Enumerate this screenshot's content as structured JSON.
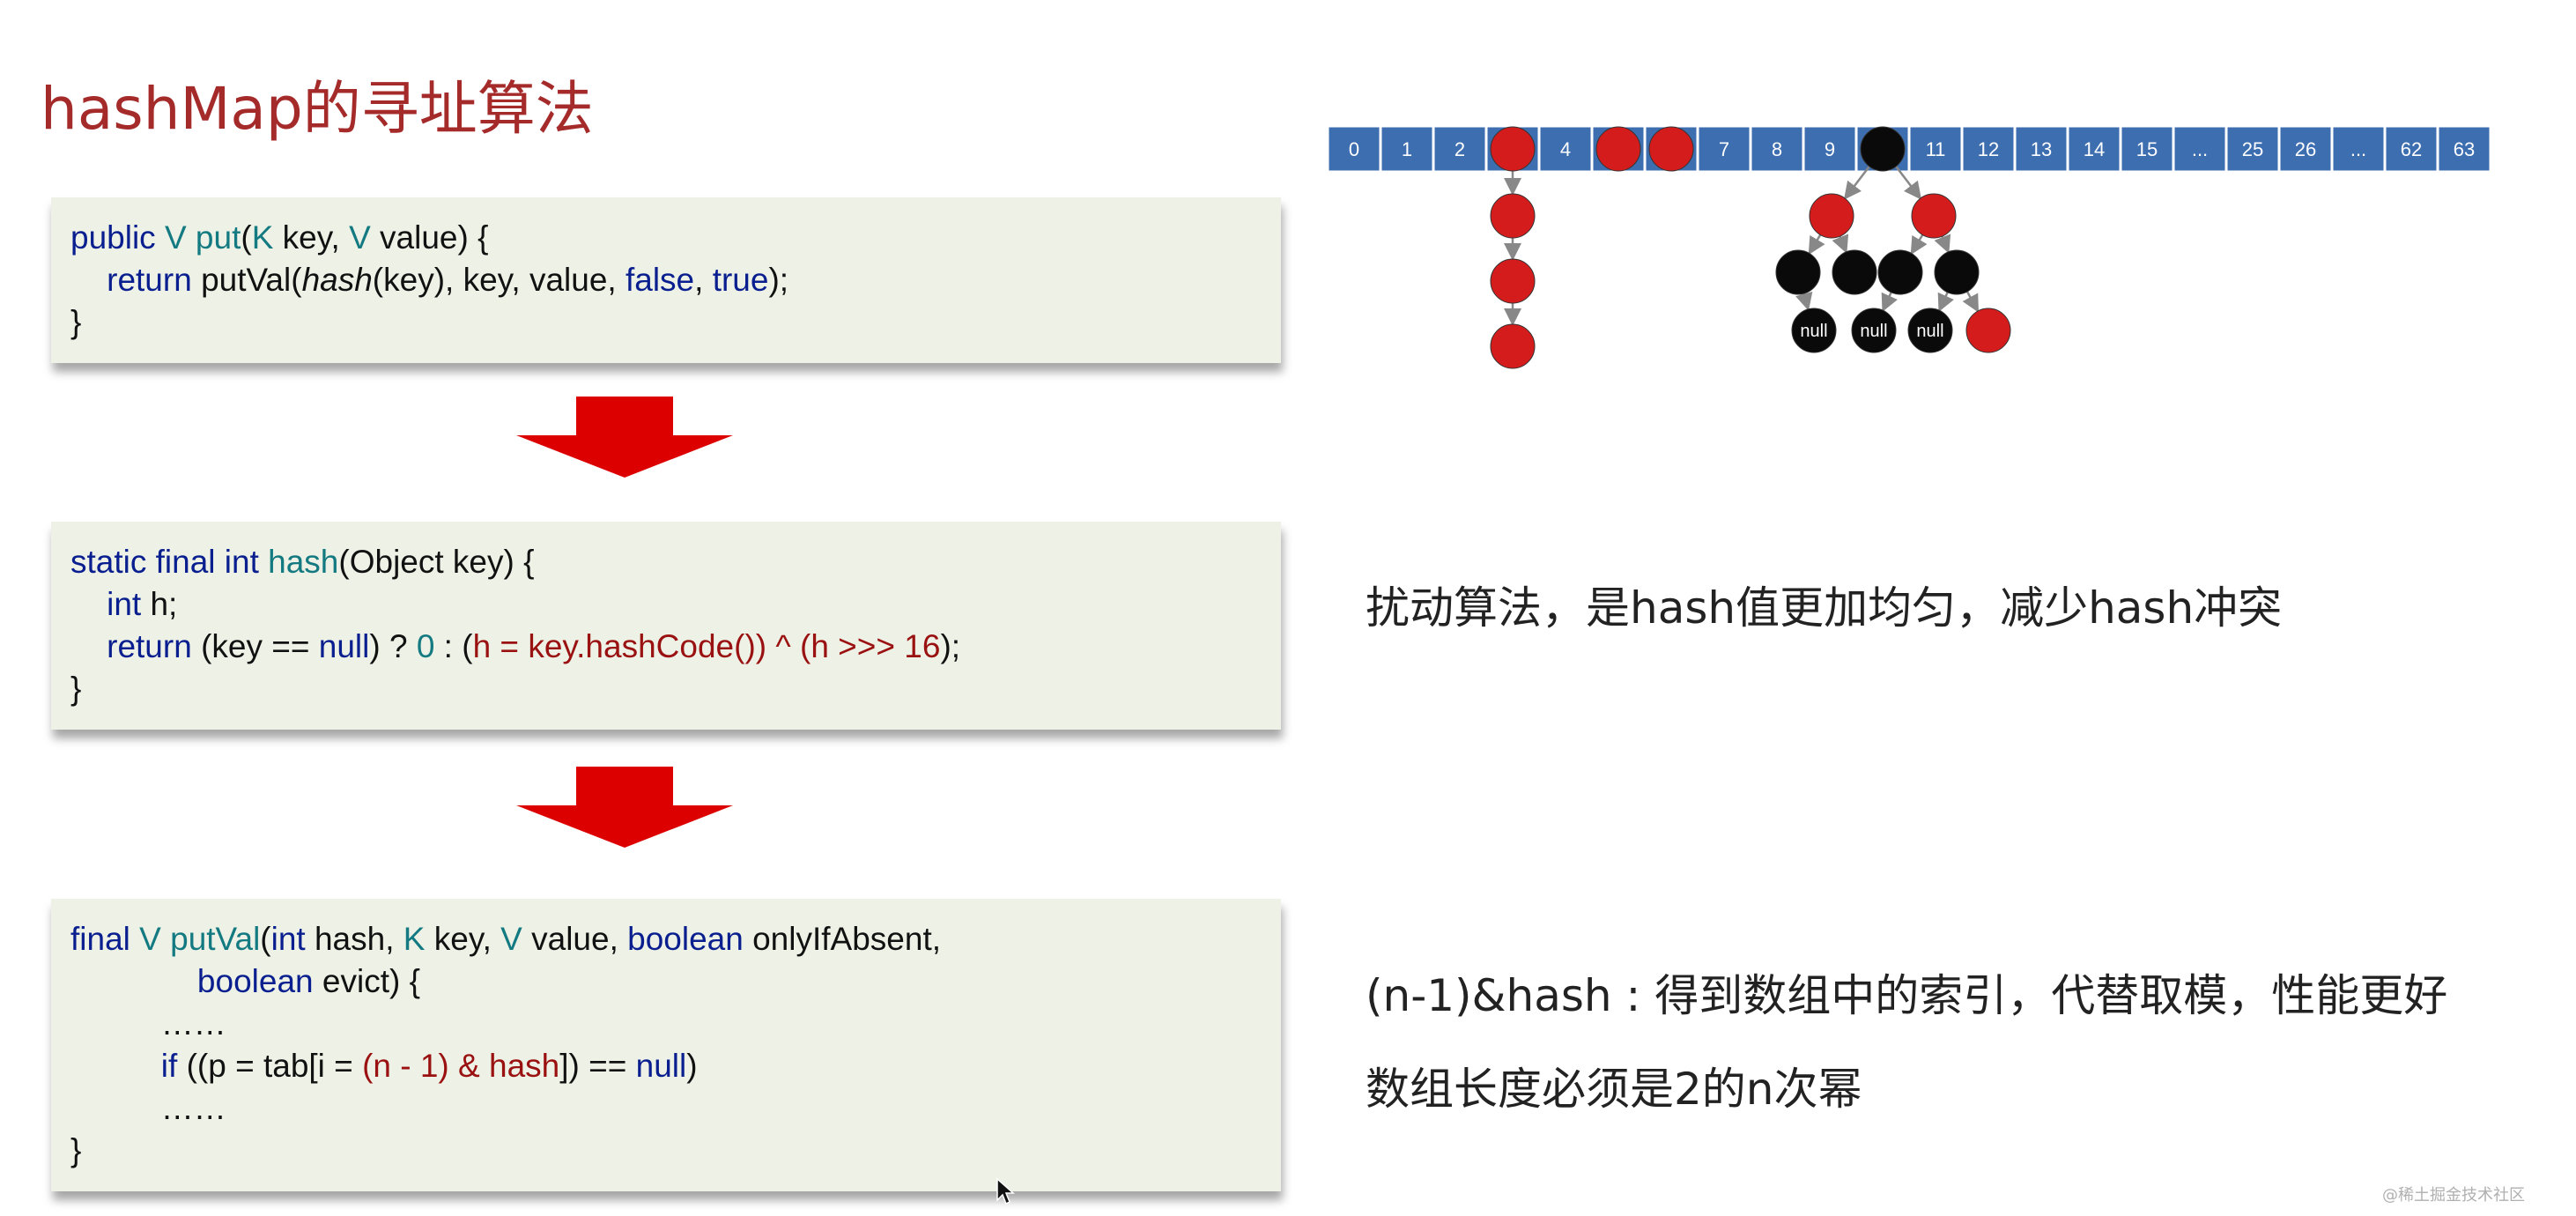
{
  "title": "hashMap的寻址算法",
  "code_blocks": [
    {
      "lines": [
        [
          [
            "public ",
            "kw"
          ],
          [
            "V ",
            "ty"
          ],
          [
            "put",
            "fn"
          ],
          [
            "(",
            ""
          ],
          [
            "K ",
            "ty"
          ],
          [
            "key, ",
            ""
          ],
          [
            "V ",
            "ty"
          ],
          [
            "value) {",
            ""
          ]
        ],
        [
          [
            "    return ",
            "kw"
          ],
          [
            "putVal(",
            ""
          ],
          [
            "hash",
            "it"
          ],
          [
            "(key), key, value, ",
            ""
          ],
          [
            "false",
            "kw"
          ],
          [
            ", ",
            ""
          ],
          [
            "true",
            "kw"
          ],
          [
            ");",
            ""
          ]
        ],
        [
          [
            "}",
            ""
          ]
        ]
      ]
    },
    {
      "lines": [
        [
          [
            "static final int ",
            "kw"
          ],
          [
            "hash",
            "fn"
          ],
          [
            "(Object key) {",
            ""
          ]
        ],
        [
          [
            "    int ",
            "kw"
          ],
          [
            "h;",
            ""
          ]
        ],
        [
          [
            "    return ",
            "kw"
          ],
          [
            "(key == ",
            ""
          ],
          [
            "null",
            "kw"
          ],
          [
            ") ? ",
            ""
          ],
          [
            "0",
            "ty"
          ],
          [
            " : (",
            ""
          ],
          [
            "h = key.hashCode()) ^ (h >>> 16",
            "red"
          ],
          [
            ");",
            ""
          ]
        ],
        [
          [
            "}",
            ""
          ]
        ]
      ]
    },
    {
      "lines": [
        [
          [
            "final ",
            "kw"
          ],
          [
            "V ",
            "ty"
          ],
          [
            "putVal",
            "fn"
          ],
          [
            "(",
            ""
          ],
          [
            "int ",
            "kw"
          ],
          [
            "hash, ",
            ""
          ],
          [
            "K ",
            "ty"
          ],
          [
            "key, ",
            ""
          ],
          [
            "V ",
            "ty"
          ],
          [
            "value, ",
            ""
          ],
          [
            "boolean ",
            "kw"
          ],
          [
            "onlyIfAbsent,",
            ""
          ]
        ],
        [
          [
            "              boolean ",
            "kw"
          ],
          [
            "evict) {",
            ""
          ]
        ],
        [
          [
            "          ……",
            ""
          ]
        ],
        [
          [
            "          if ",
            "kw"
          ],
          [
            "((p = tab[i = ",
            ""
          ],
          [
            "(n - 1) & hash",
            "red"
          ],
          [
            "]) == ",
            ""
          ],
          [
            "null",
            "kw"
          ],
          [
            ")",
            ""
          ]
        ],
        [
          [
            "          ……",
            ""
          ]
        ],
        [
          [
            "}",
            ""
          ]
        ]
      ]
    }
  ],
  "explanations": {
    "perturbation": "扰动算法，是hash值更加均匀，减少hash冲突",
    "index": "(n-1)&hash : 得到数组中的索引，代替取模，性能更好",
    "power_of_two": "数组长度必须是2的n次幂"
  },
  "diagram": {
    "bucket_labels": [
      "0",
      "1",
      "2",
      "",
      "4",
      "",
      "",
      "7",
      "8",
      "9",
      "",
      "11",
      "12",
      "13",
      "14",
      "15",
      "...",
      "25",
      "26",
      "...",
      "62",
      "63"
    ],
    "null_label": "null",
    "colors": {
      "bucket": "#3d6eb0",
      "red_node": "#d41c1c",
      "black_node": "#0a0a0a",
      "arrow": "#c3a4ac"
    }
  },
  "watermark": "@稀土掘金技术社区",
  "colors": {
    "title": "#a52a2a",
    "keyword": "#0a1f8f",
    "type": "#137a82",
    "highlight": "#9a1111",
    "code_bg": "#eef1e6",
    "arrow_red": "#dd0000"
  }
}
